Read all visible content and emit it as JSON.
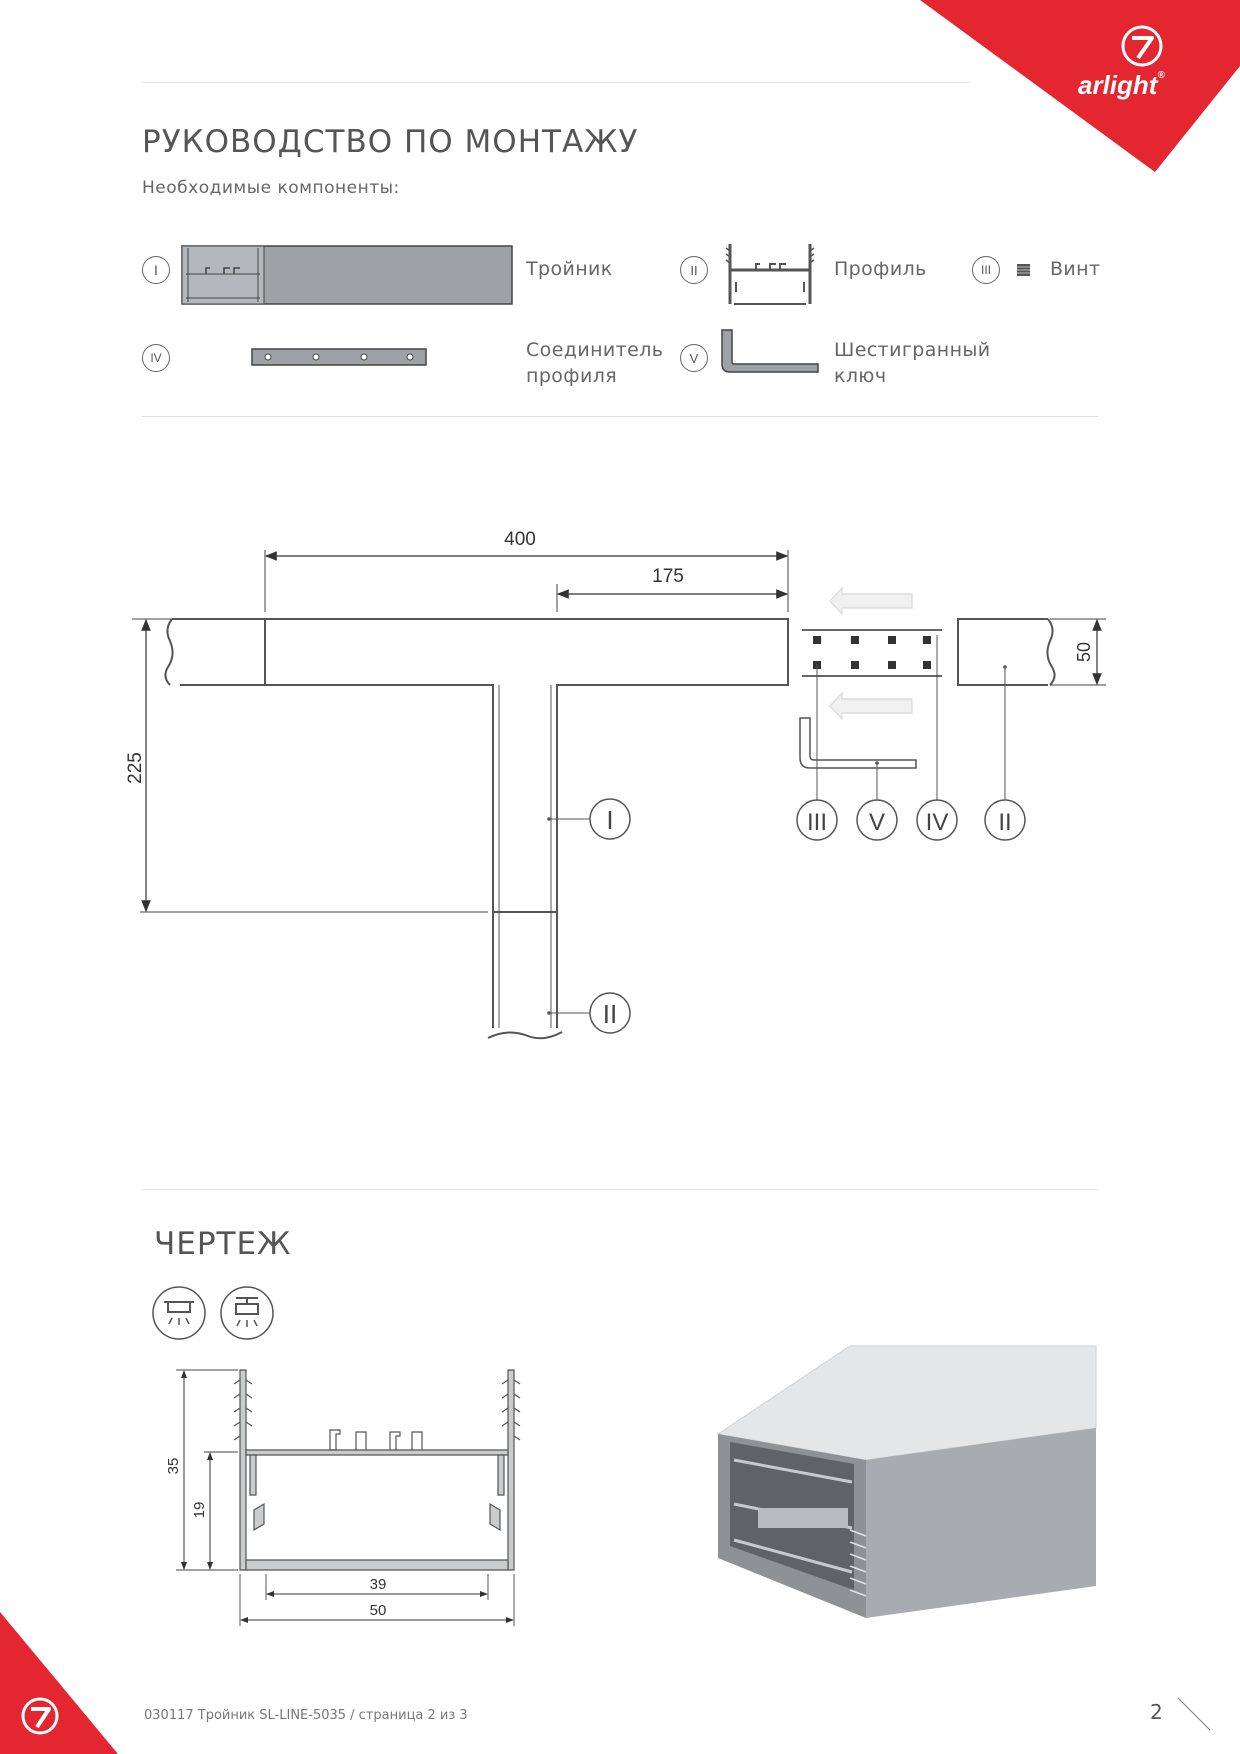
{
  "brand": {
    "name": "arlight",
    "mark": "®",
    "accent": "#e3262f"
  },
  "install": {
    "title": "РУКОВОДСТВО ПО МОНТАЖУ",
    "subtitle": "Необходимые компоненты:",
    "components": [
      {
        "num": "I",
        "label": "Тройник"
      },
      {
        "num": "II",
        "label": "Профиль"
      },
      {
        "num": "III",
        "label": "Винт"
      },
      {
        "num": "IV",
        "label_l1": "Соединитель",
        "label_l2": "профиля"
      },
      {
        "num": "V",
        "label_l1": "Шестигранный",
        "label_l2": "ключ"
      }
    ]
  },
  "diagram": {
    "dim_400": "400",
    "dim_175": "175",
    "dim_225": "225",
    "dim_50": "50",
    "callouts": [
      "I",
      "II",
      "III",
      "V",
      "IV",
      "II"
    ]
  },
  "drawing": {
    "title": "ЧЕРТЕЖ",
    "dims": {
      "h35": "35",
      "h19": "19",
      "w39": "39",
      "w50": "50"
    }
  },
  "footer": {
    "doc": "030117 Тройник SL-LINE-5035 / страница 2 из 3",
    "page": "2"
  }
}
